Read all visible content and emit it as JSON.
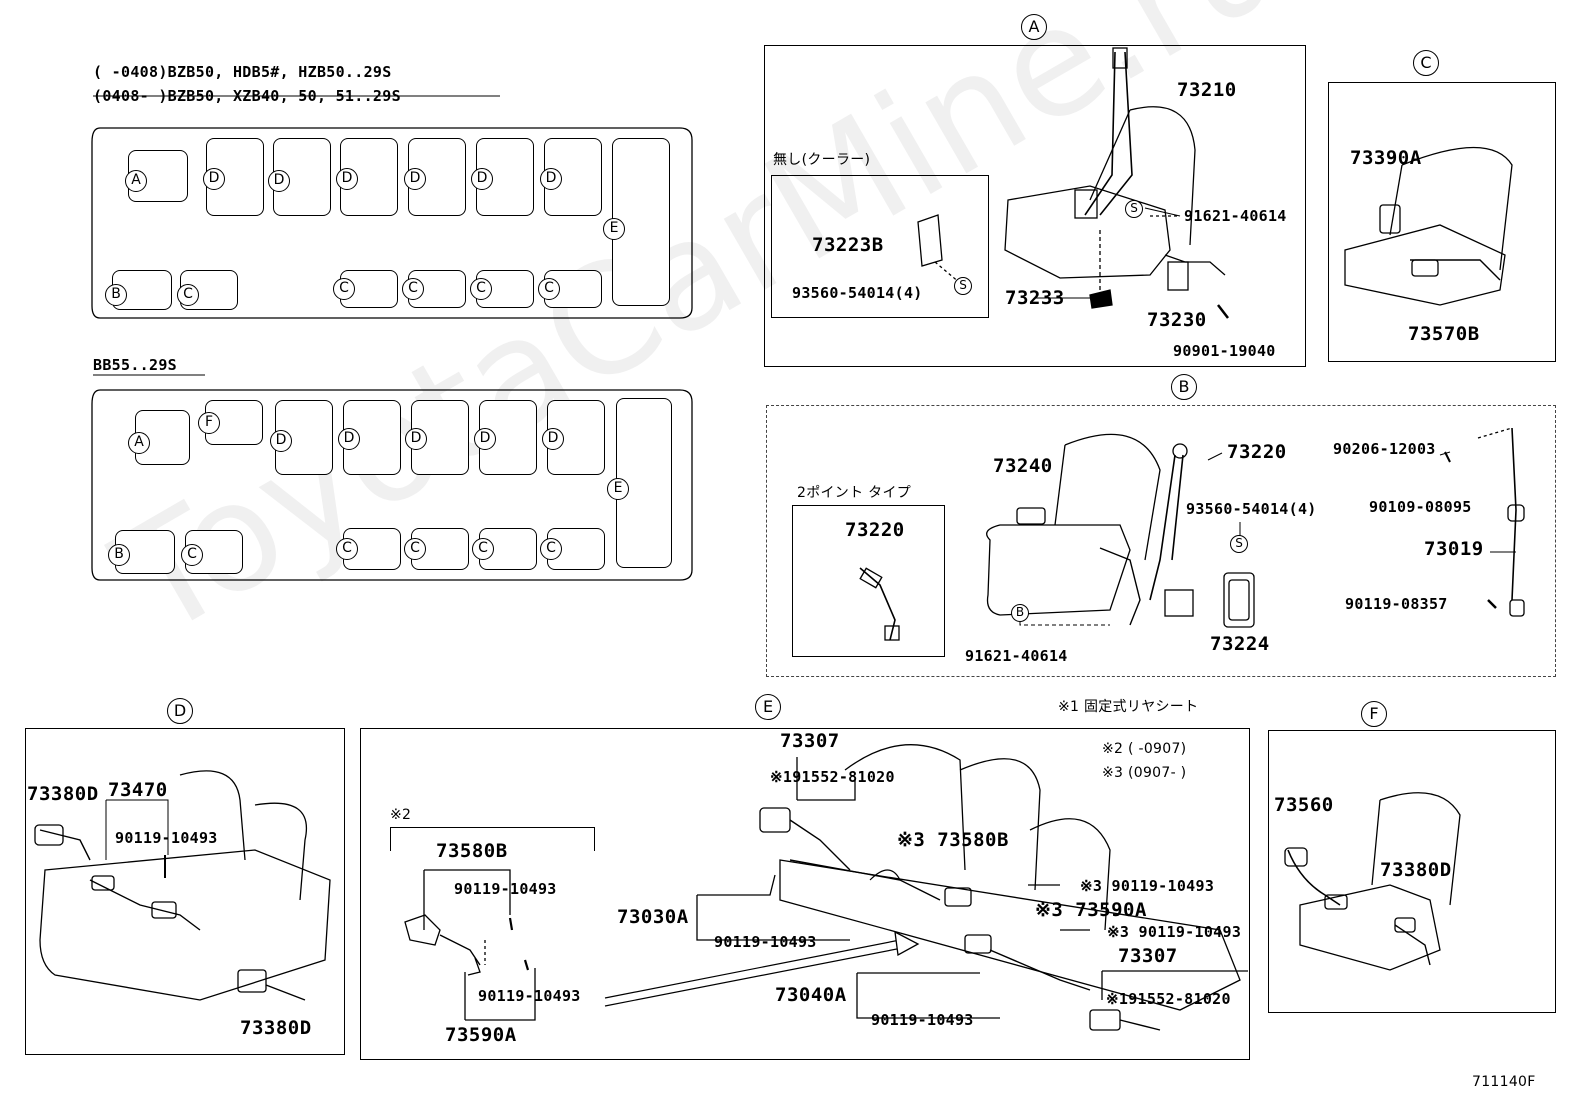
{
  "watermark": "ToyotaCarMine.ru",
  "figure_code": "711140F",
  "layouts": {
    "line1": "(      -0408)BZB50, HDB5#, HZB50..29S",
    "line2": "(0408-      )BZB50, XZB40, 50, 51..29S",
    "line3": "BB55..29S"
  },
  "seat_letters": {
    "A": "A",
    "B": "B",
    "C": "C",
    "D": "D",
    "E": "E",
    "F": "F",
    "S": "S"
  },
  "section_A": {
    "title": "A",
    "sub_label": "無し(クーラー)",
    "parts": [
      "73210",
      "91621-40614",
      "73223B",
      "93560-54014(4)",
      "73233",
      "73230",
      "90901-19040"
    ]
  },
  "section_B": {
    "title": "B",
    "sub_label": "2ポイント タイプ",
    "parts": [
      "73220",
      "73240",
      "73220",
      "93560-54014(4)",
      "91621-40614",
      "73224",
      "90206-12003",
      "90109-08095",
      "73019",
      "90119-08357"
    ]
  },
  "section_C": {
    "title": "C",
    "parts": [
      "73390A",
      "73570B"
    ]
  },
  "section_D": {
    "title": "D",
    "parts": [
      "73380D",
      "73470",
      "90119-10493",
      "73380D"
    ]
  },
  "section_E": {
    "title": "E",
    "notes": [
      "※1 固定式リヤシート",
      "※2 (      -0907)",
      "※3 (0907-      )"
    ],
    "sub_label": "※2",
    "parts": [
      "73307",
      "※191552-81020",
      "73580B",
      "90119-10493",
      "90119-10493",
      "73590A",
      "73030A",
      "90119-10493",
      "※3 73580B",
      "※3 90119-10493",
      "※3 73590A",
      "※3 90119-10493",
      "73307",
      "※191552-81020",
      "73040A",
      "90119-10493"
    ]
  },
  "section_F": {
    "title": "F",
    "parts": [
      "73560",
      "73380D"
    ]
  }
}
